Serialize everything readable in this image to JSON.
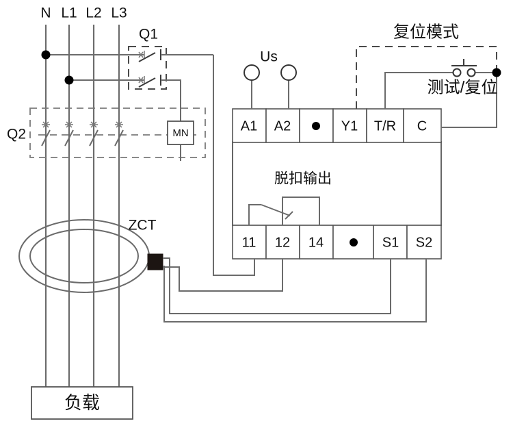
{
  "diagram": {
    "title": "residual current relay wiring diagram",
    "background": "#ffffff",
    "wire_color": "#6b6b6b",
    "text_color": "#111111"
  },
  "supply": {
    "phase_labels": [
      "N",
      "L1",
      "L2",
      "L3"
    ]
  },
  "breakers": {
    "q1_label": "Q1",
    "q2_label": "Q2",
    "undervoltage_coil_label": "MN"
  },
  "zct": {
    "label": "ZCT"
  },
  "load": {
    "label": "负载"
  },
  "relay": {
    "supply_label": "Us",
    "top_terminals": [
      {
        "label": "A1",
        "kind": "text"
      },
      {
        "label": "A2",
        "kind": "text"
      },
      {
        "label": "",
        "kind": "dot"
      },
      {
        "label": "Y1",
        "kind": "text"
      },
      {
        "label": "T/R",
        "kind": "text"
      },
      {
        "label": "C",
        "kind": "text"
      }
    ],
    "bottom_terminals": [
      {
        "label": "11",
        "kind": "text"
      },
      {
        "label": "12",
        "kind": "text"
      },
      {
        "label": "14",
        "kind": "text"
      },
      {
        "label": "",
        "kind": "dot"
      },
      {
        "label": "S1",
        "kind": "text"
      },
      {
        "label": "S2",
        "kind": "text"
      }
    ],
    "trip_output_label": "脱扣输出"
  },
  "reset_mode": {
    "group_label": "复位模式",
    "button_label": "测试/复位"
  }
}
